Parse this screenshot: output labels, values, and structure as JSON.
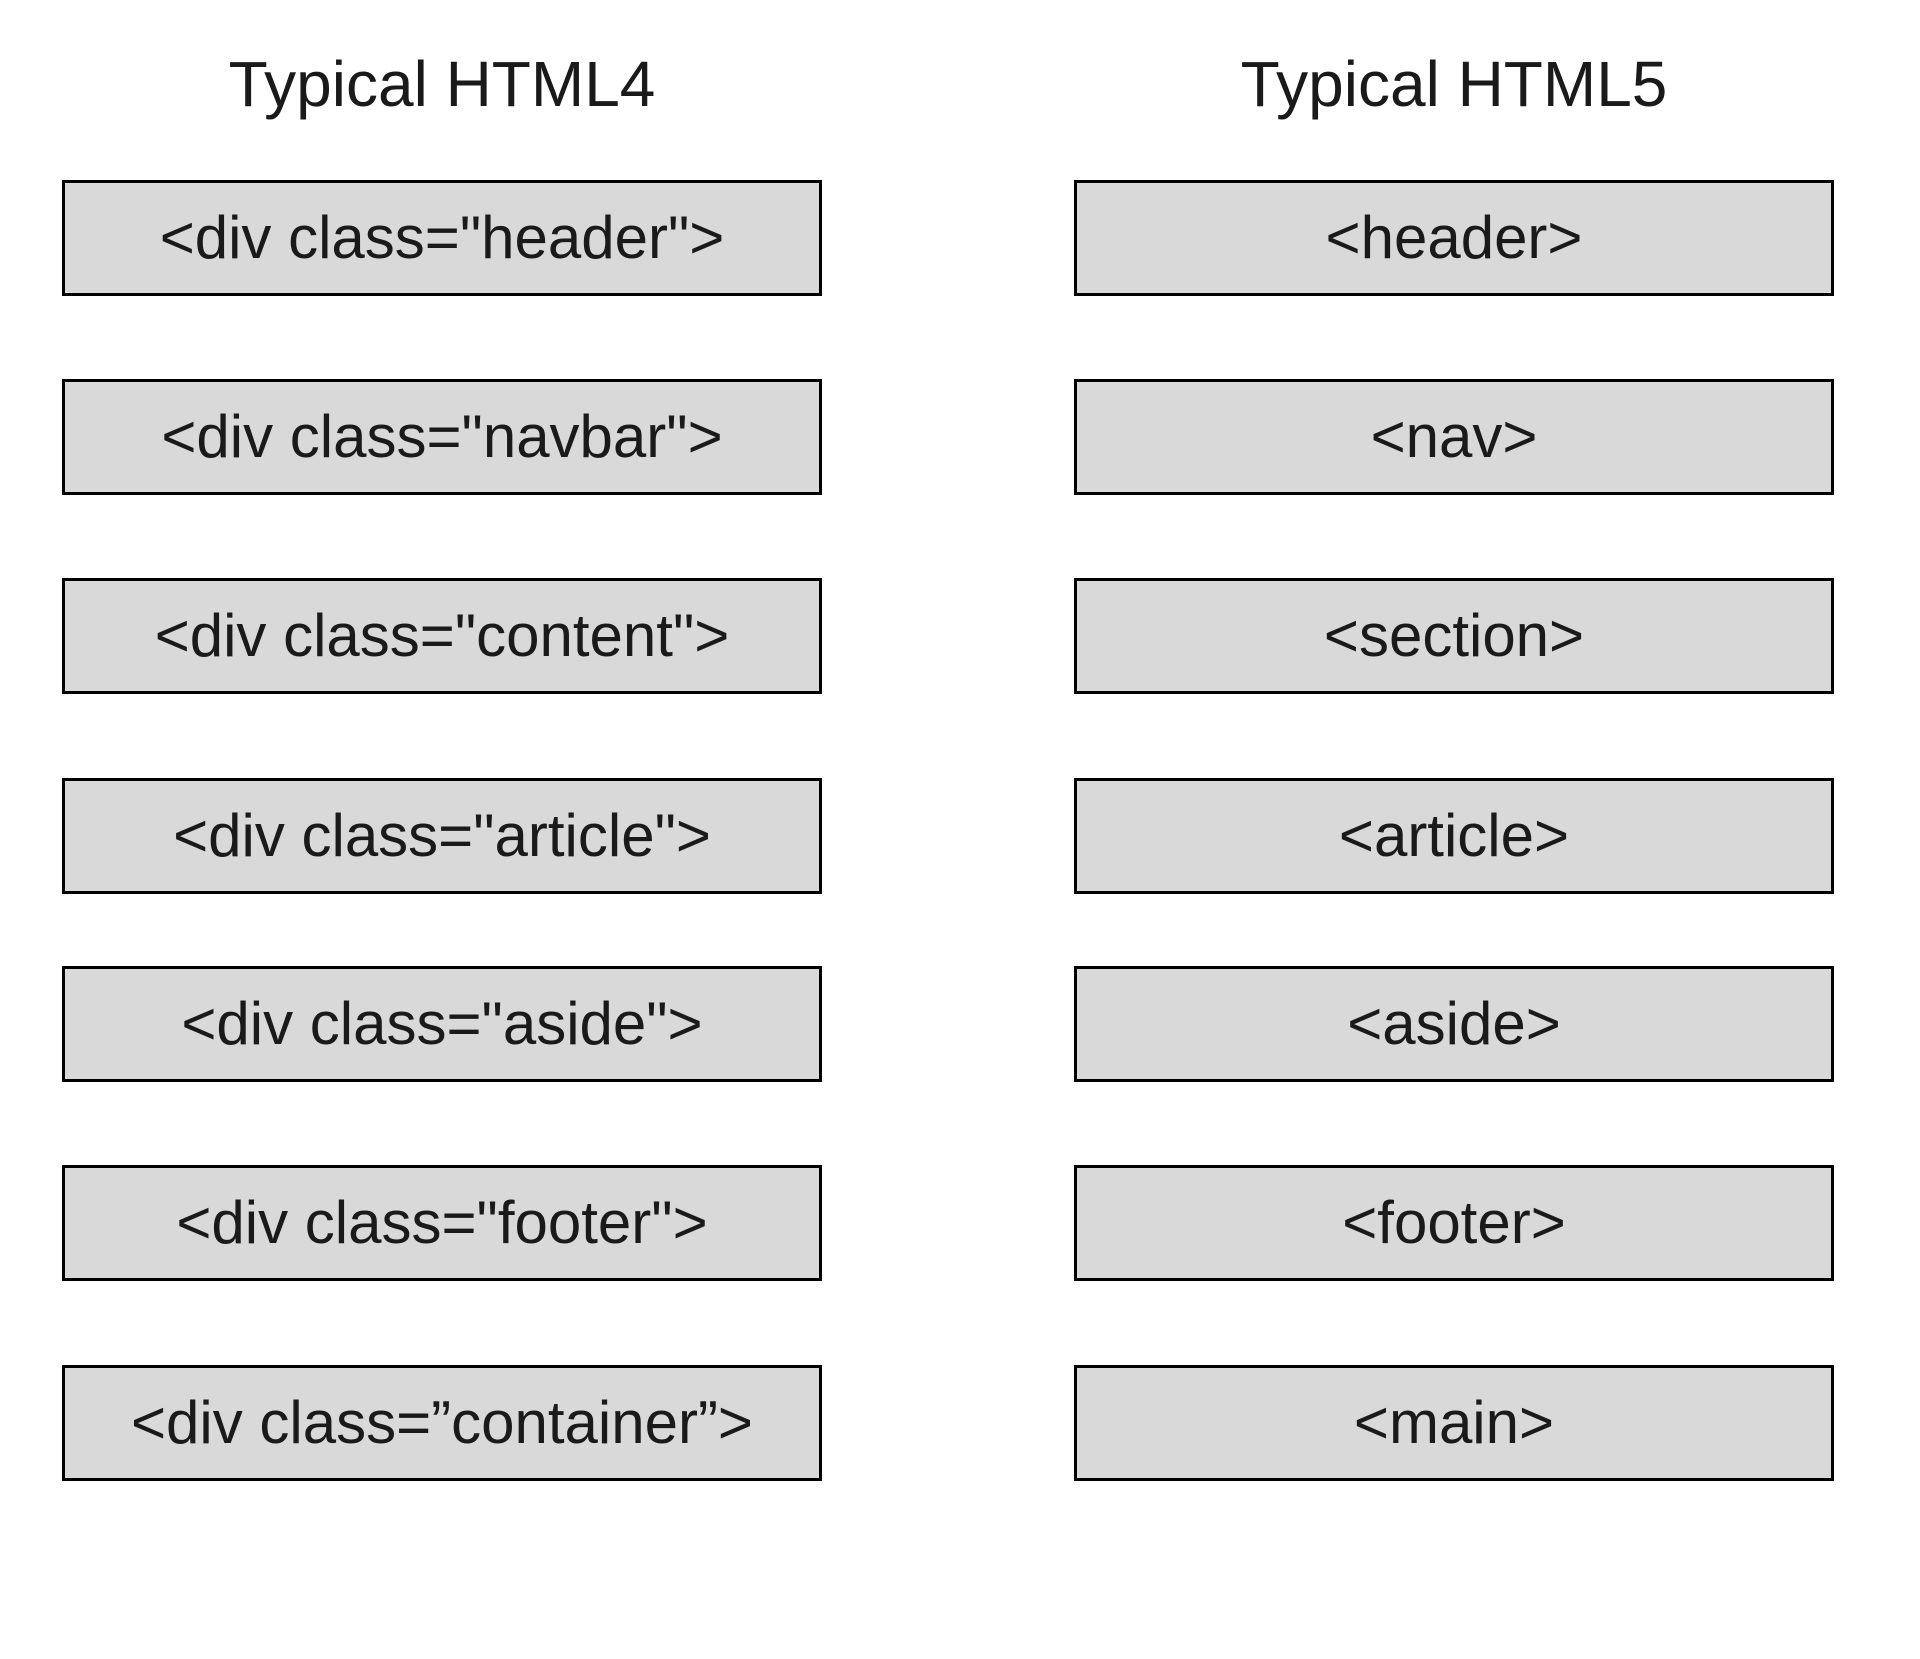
{
  "left_column": {
    "title": "Typical HTML4",
    "items": [
      "<div class=\"header\">",
      "<div class=\"navbar\">",
      "<div class=\"content\">",
      "<div class=\"article\">",
      "<div class=\"aside\">",
      "<div class=\"footer\">",
      "<div class=”container”>"
    ]
  },
  "right_column": {
    "title": "Typical HTML5",
    "items": [
      "<header>",
      "<nav>",
      "<section>",
      "<article>",
      "<aside>",
      "<footer>",
      "<main>"
    ]
  },
  "colors": {
    "box_fill": "#d9d9d9",
    "box_border": "#000000",
    "text": "#1a1a1a",
    "background": "#ffffff"
  }
}
